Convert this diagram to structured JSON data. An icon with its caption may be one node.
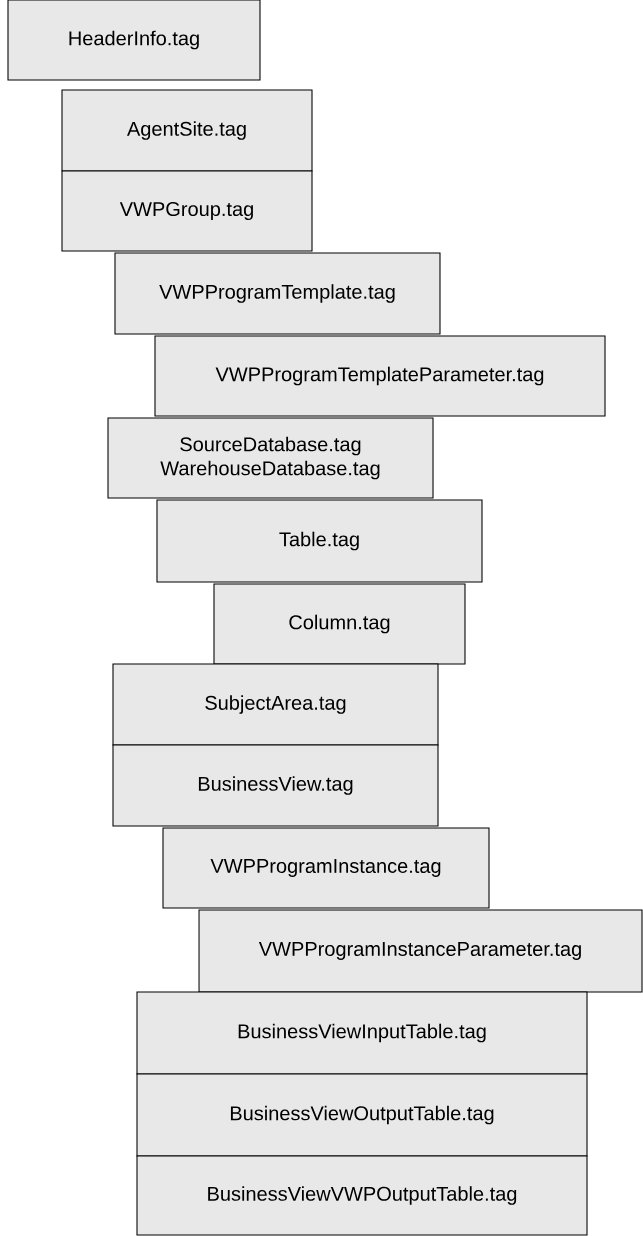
{
  "diagram": {
    "nodes": [
      {
        "text": [
          "HeaderInfo.tag"
        ]
      },
      {
        "text": [
          "AgentSite.tag"
        ]
      },
      {
        "text": [
          "VWPGroup.tag"
        ]
      },
      {
        "text": [
          "VWPProgramTemplate.tag"
        ]
      },
      {
        "text": [
          "VWPProgramTemplateParameter.tag"
        ]
      },
      {
        "text": [
          "SourceDatabase.tag WarehouseDatabase.tag"
        ]
      },
      {
        "text": [
          "Table.tag"
        ]
      },
      {
        "text": [
          "Column.tag"
        ]
      },
      {
        "text": [
          "SubjectArea.tag"
        ]
      },
      {
        "text": [
          "BusinessView.tag"
        ]
      },
      {
        "text": [
          "VWPProgramInstance.tag"
        ]
      },
      {
        "text": [
          "VWPProgramInstanceParameter.tag"
        ]
      },
      {
        "text": [
          "BusinessViewInputTable.tag"
        ]
      },
      {
        "text": [
          "BusinessViewOutputTable.tag"
        ]
      },
      {
        "text": [
          "BusinessViewVWPOutputTable.tag"
        ]
      }
    ]
  }
}
